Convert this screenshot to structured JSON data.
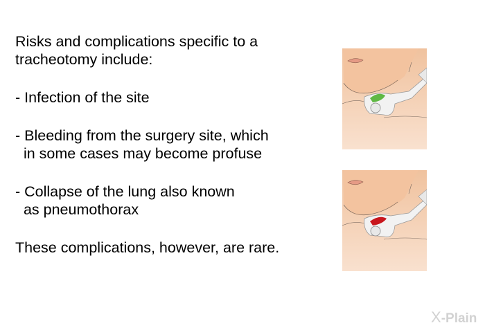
{
  "content": {
    "intro": [
      "Risks and complications specific to a",
      "tracheotomy include:"
    ],
    "items": [
      [
        "- Infection of the site"
      ],
      [
        "- Bleeding from the surgery site, which",
        "  in some cases may become profuse"
      ],
      [
        "- Collapse of the lung also known",
        "  as pneumothorax"
      ]
    ],
    "closing": "These complications, however, are rare."
  },
  "illustrations": [
    {
      "label": "tracheotomy-tube-infection",
      "accent": "#5fb845"
    },
    {
      "label": "tracheotomy-tube-bleeding",
      "accent": "#c8161d"
    }
  ],
  "colors": {
    "skin": "#f3c9a6",
    "skin_light": "#f8ddc8",
    "tube": "#f0f0f0"
  },
  "logo": {
    "mark": "X",
    "text": "-Plain"
  }
}
